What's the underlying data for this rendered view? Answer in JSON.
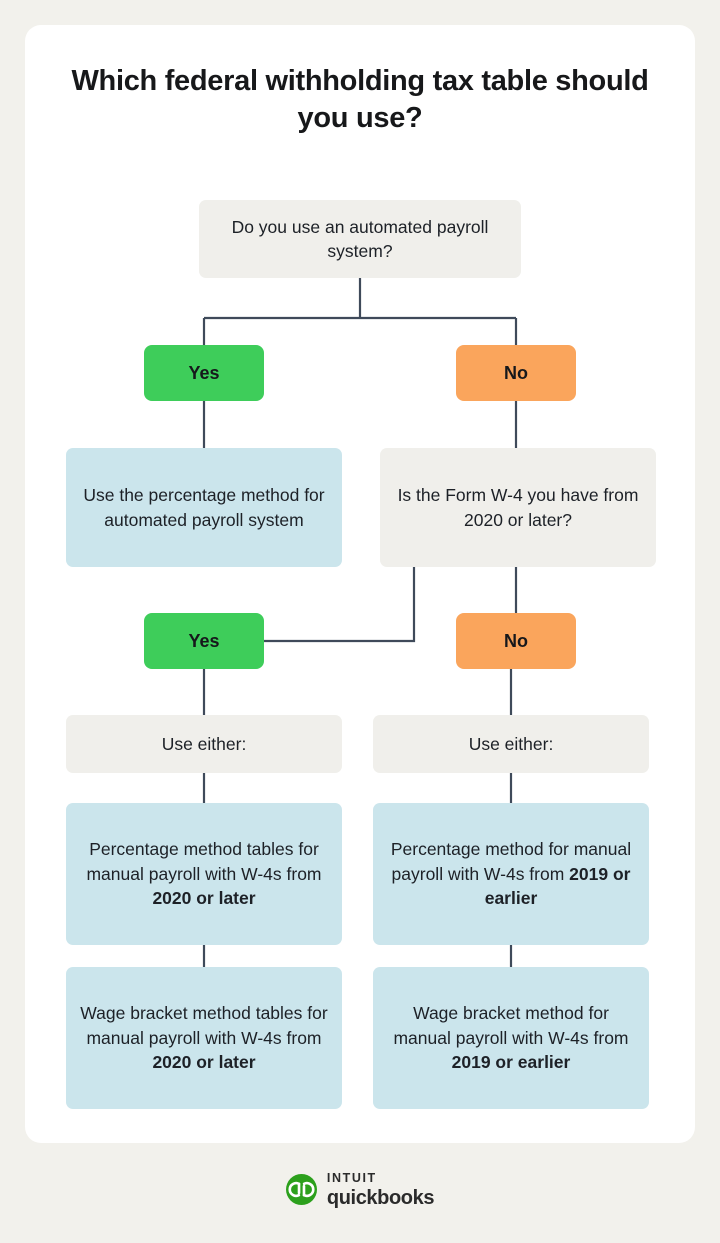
{
  "page": {
    "background_color": "#f2f1ec",
    "card_color": "#ffffff"
  },
  "title": "Which federal withholding tax table should you use?",
  "colors": {
    "yes_green": "#3ecd5a",
    "no_orange": "#faa55c",
    "result_blue": "#cbe5ec",
    "question_grey": "#f0efeb",
    "connector": "#3f4a5a",
    "logo_green": "#2ca01c"
  },
  "flowchart": {
    "type": "decision-tree",
    "nodes": {
      "q_auto_payroll": {
        "kind": "question",
        "text": "Do you use an automated payroll system?"
      },
      "pill_yes_1": {
        "kind": "branch",
        "text": "Yes"
      },
      "pill_no_1": {
        "kind": "branch",
        "text": "No"
      },
      "r_percentage_auto": {
        "kind": "result",
        "text": "Use the percentage method for automated payroll system"
      },
      "q_form_w4": {
        "kind": "question",
        "text": "Is the Form W-4 you have from 2020 or later?"
      },
      "pill_yes_2": {
        "kind": "branch",
        "text": "Yes"
      },
      "pill_no_2": {
        "kind": "branch",
        "text": "No"
      },
      "label_use_either_left": {
        "kind": "label",
        "text": "Use either:"
      },
      "label_use_either_right": {
        "kind": "label",
        "text": "Use either:"
      },
      "r_pct_2020": {
        "kind": "result",
        "text_plain": "Percentage method tables for manual payroll with W-4s from ",
        "text_bold": "2020 or later"
      },
      "r_pct_2019": {
        "kind": "result",
        "text_plain": "Percentage method for manual payroll with W-4s from ",
        "text_bold": "2019 or earlier"
      },
      "r_wage_2020": {
        "kind": "result",
        "text_plain": "Wage bracket method tables for manual payroll with W-4s from ",
        "text_bold": "2020 or later"
      },
      "r_wage_2019": {
        "kind": "result",
        "text_plain": "Wage bracket method for manual payroll with W-4s from ",
        "text_bold": "2019 or earlier"
      }
    },
    "edges": [
      {
        "from": "q_auto_payroll",
        "to": "pill_yes_1"
      },
      {
        "from": "q_auto_payroll",
        "to": "pill_no_1"
      },
      {
        "from": "pill_yes_1",
        "to": "r_percentage_auto"
      },
      {
        "from": "pill_no_1",
        "to": "q_form_w4"
      },
      {
        "from": "q_form_w4",
        "to": "pill_yes_2"
      },
      {
        "from": "q_form_w4",
        "to": "pill_no_2"
      },
      {
        "from": "pill_yes_2",
        "to": "label_use_either_left"
      },
      {
        "from": "pill_no_2",
        "to": "label_use_either_right"
      },
      {
        "from": "label_use_either_left",
        "to": "r_pct_2020"
      },
      {
        "from": "label_use_either_right",
        "to": "r_pct_2019"
      },
      {
        "from": "r_pct_2020",
        "to": "r_wage_2020"
      },
      {
        "from": "r_pct_2019",
        "to": "r_wage_2019"
      }
    ]
  },
  "logo": {
    "mark": "qb-circle-icon",
    "brand_top": "INTUIT",
    "brand_bottom": "quickbooks"
  }
}
